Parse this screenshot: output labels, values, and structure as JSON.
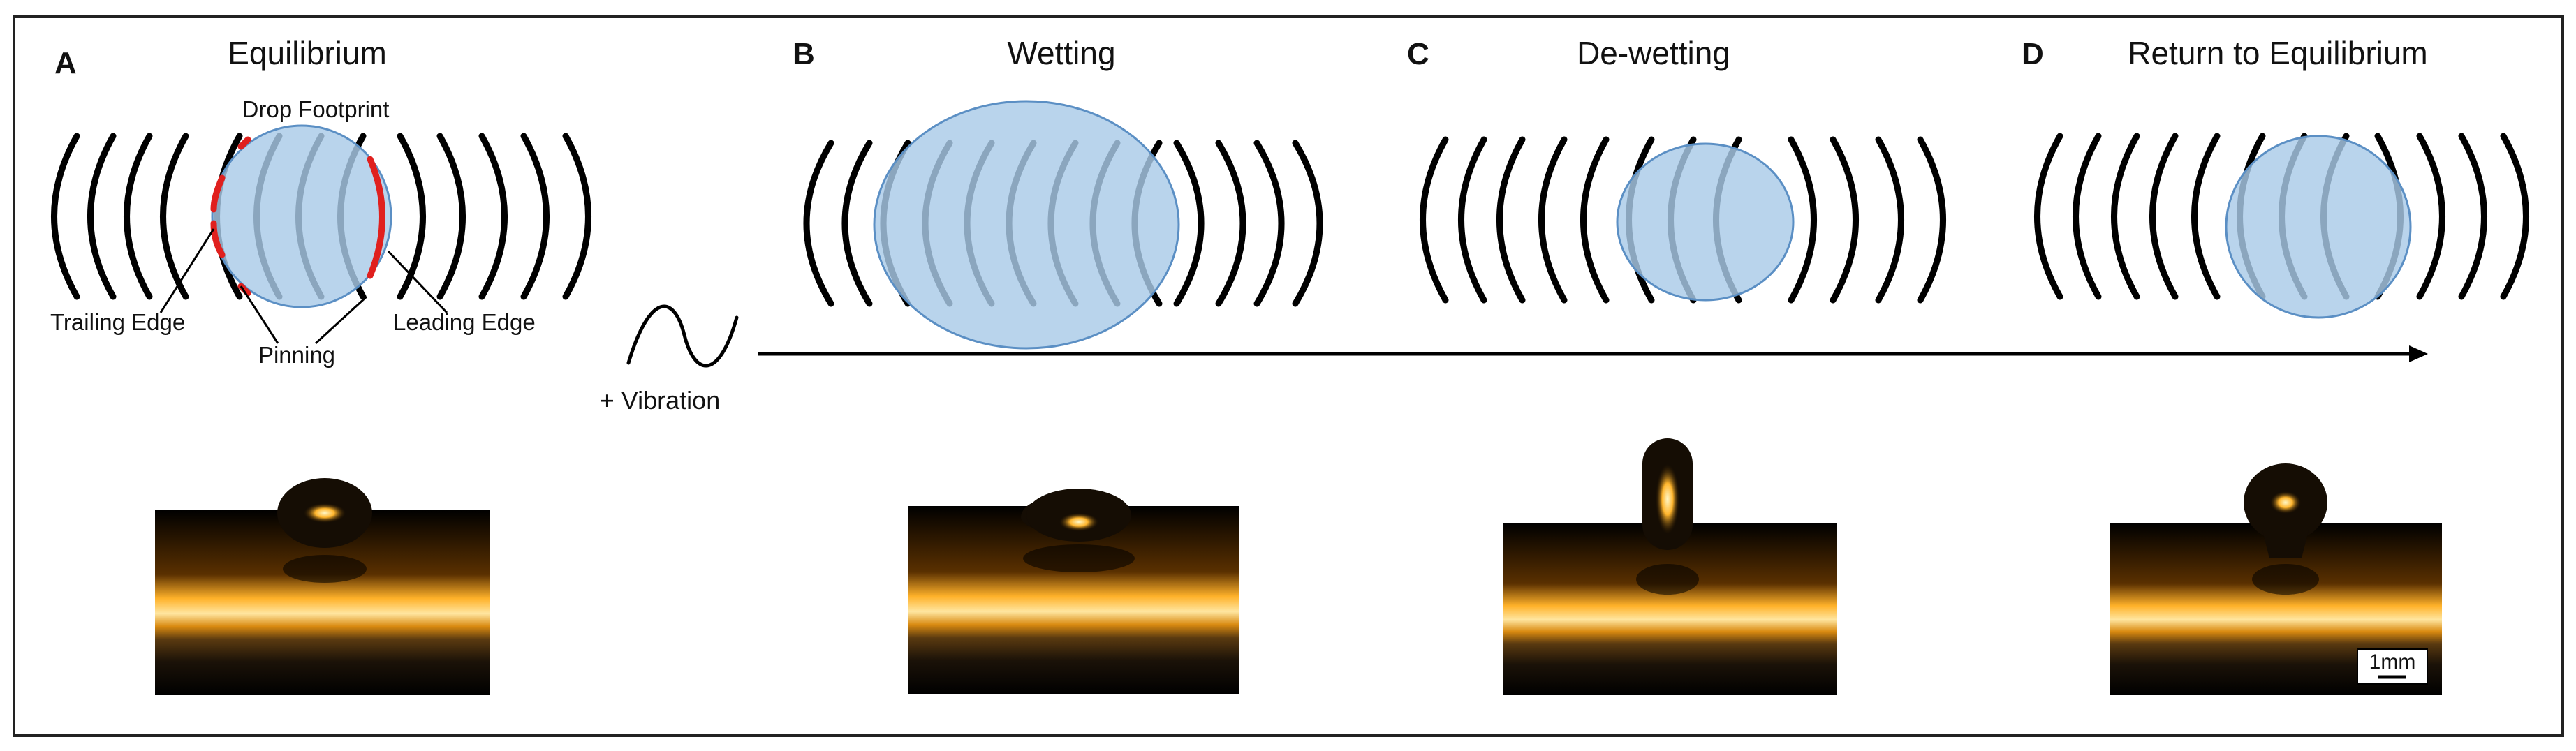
{
  "panels": [
    {
      "letter": "A",
      "title": "Equilibrium"
    },
    {
      "letter": "B",
      "title": "Wetting"
    },
    {
      "letter": "C",
      "title": "De-wetting"
    },
    {
      "letter": "D",
      "title": "Return to Equilibrium"
    }
  ],
  "annotations": {
    "drop_footprint": "Drop Footprint",
    "trailing_edge": "Trailing Edge",
    "leading_edge": "Leading Edge",
    "pinning": "Pinning"
  },
  "vibration_label": "+ Vibration",
  "scale_bar_label": "1mm",
  "colors": {
    "drop_fill": "#a9cbe8",
    "drop_stroke": "#5b8fc4",
    "pinning_highlight": "#e0201e",
    "arc_stroke": "#000000",
    "substrate_glow": "#f2a21a"
  }
}
